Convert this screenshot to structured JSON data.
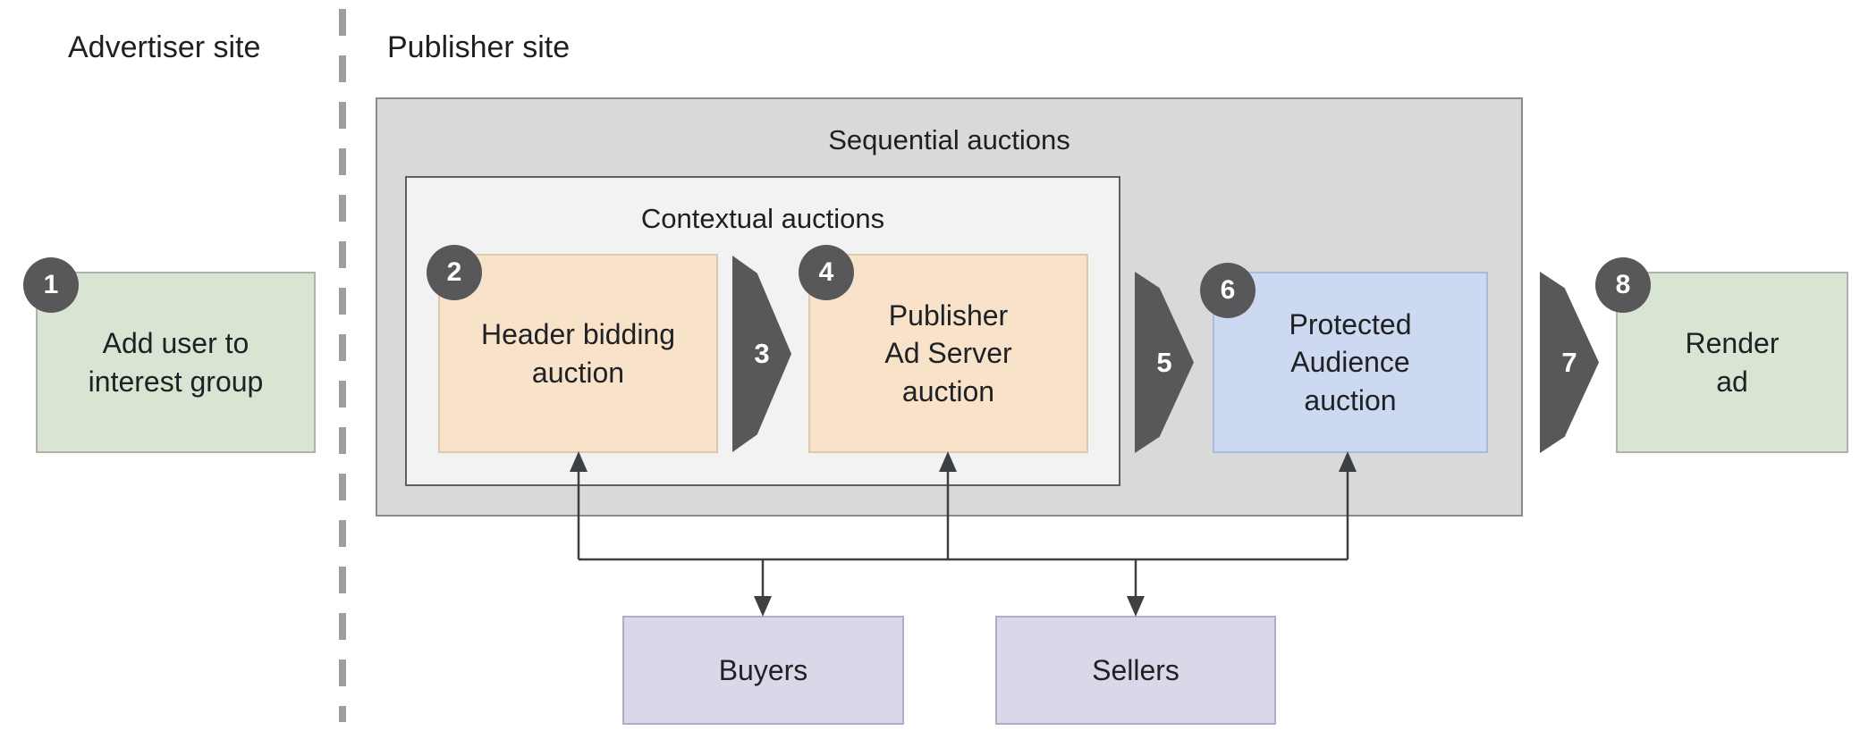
{
  "labels": {
    "advertiser": "Advertiser site",
    "publisher": "Publisher site",
    "sequential": "Sequential auctions",
    "contextual": "Contextual auctions"
  },
  "nodes": {
    "interest_group": {
      "badge": "1",
      "label": "Add user to\ninterest group"
    },
    "header_bidding": {
      "badge": "2",
      "label": "Header bidding\nauction"
    },
    "publisher_ad_server": {
      "badge": "4",
      "label": "Publisher\nAd Server\nauction"
    },
    "protected_audience": {
      "badge": "6",
      "label": "Protected\nAudience\nauction"
    },
    "render_ad": {
      "badge": "8",
      "label": "Render\nad"
    },
    "buyers": {
      "label": "Buyers"
    },
    "sellers": {
      "label": "Sellers"
    }
  },
  "arrows": {
    "step3": "3",
    "step5": "5",
    "step7": "7"
  },
  "colors": {
    "green_fill": "#d9e5d3",
    "orange_fill": "#f8e3ca",
    "blue_fill": "#ccd9f0",
    "purple_fill": "#dcd7e8",
    "outer_panel_fill": "#d9d9d9",
    "inner_panel_fill": "#f2f2f2",
    "dark_badge": "#58585a",
    "line": "#3c4043"
  }
}
